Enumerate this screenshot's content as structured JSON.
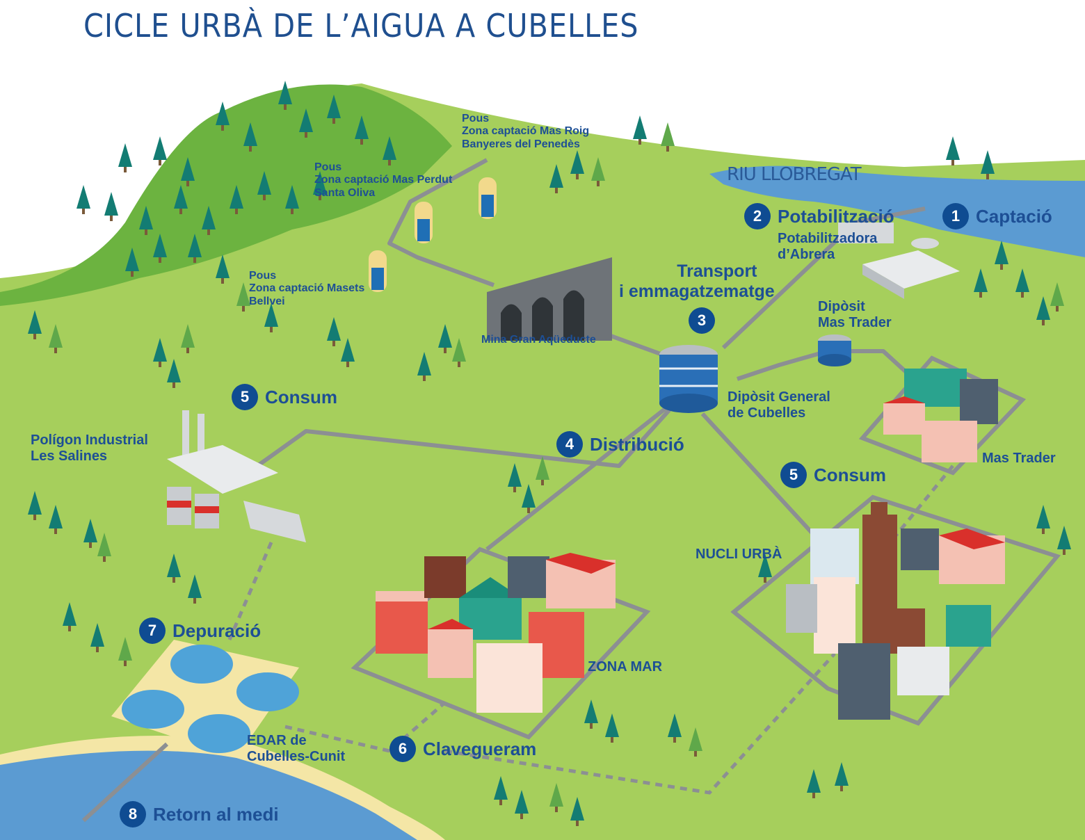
{
  "title": "CICLE URBÀ DE L’AIGUA A CUBELLES",
  "river_label": "RIU LLOBREGAT",
  "steps": [
    {
      "number": "1",
      "label": "Captació"
    },
    {
      "number": "2",
      "label": "Potabilització"
    },
    {
      "number": "3",
      "label": ""
    },
    {
      "number": "4",
      "label": "Distribució"
    },
    {
      "number": "5",
      "label": "Consum"
    },
    {
      "number": "5",
      "label": "Consum"
    },
    {
      "number": "6",
      "label": "Clavegueram"
    },
    {
      "number": "7",
      "label": "Depuració"
    },
    {
      "number": "8",
      "label": "Retorn al medi"
    }
  ],
  "transport": {
    "line1": "Transport",
    "line2": "i emmagatzematge"
  },
  "wells": [
    {
      "line1": "Pous",
      "line2": "Zona captació Mas Roig",
      "line3": "Banyeres del Penedès"
    },
    {
      "line1": "Pous",
      "line2": "Zona captació Mas Perdut",
      "line3": "Santa Oliva"
    },
    {
      "line1": "Pous",
      "line2": "Zona captació Masets",
      "line3": "Bellvei"
    }
  ],
  "places": {
    "potabilitzadora": {
      "line1": "Potabilitzadora",
      "line2": "d’Abrera"
    },
    "diposit_mas_trader": {
      "line1": "Dipòsit",
      "line2": "Mas Trader"
    },
    "mina": "Mina Gran Aqüeducte",
    "diposit_general": {
      "line1": "Dipòsit General",
      "line2": "de Cubelles"
    },
    "poligon": {
      "line1": "Polígon Industrial",
      "line2": "Les Salines"
    },
    "mas_trader": "Mas Trader",
    "nucli": "NUCLI URBÀ",
    "zona_mar": "ZONA MAR",
    "edar": {
      "line1": "EDAR de",
      "line2": "Cubelles-Cunit"
    }
  },
  "colors": {
    "ground": "#a6cf5c",
    "hill": "#6cb340",
    "river": "#5b9bd2",
    "sea": "#5b9bd2",
    "beach": "#f4e6a6",
    "pipe": "#8c8f93",
    "badge": "#0f4c92",
    "label": "#1d4f95",
    "tree_dark": "#137c73",
    "tree_light": "#5fa84a",
    "roof_red": "#d9302b"
  }
}
